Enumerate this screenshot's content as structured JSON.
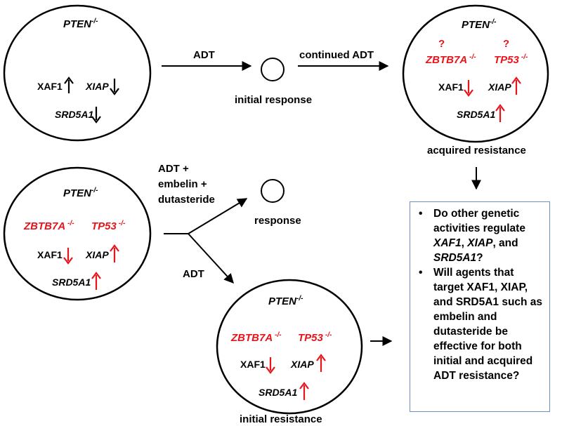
{
  "panel1": {
    "gene": "PTEN",
    "sup": "-/-",
    "xaf1": "XAF1",
    "xiap": "XIAP",
    "srd": "SRD5A1"
  },
  "arrow1_label": "ADT",
  "initial_response": "initial response",
  "arrow2_label": "continued ADT",
  "panel2": {
    "gene": "PTEN",
    "sup": "-/-",
    "q1": "?",
    "q2": "?",
    "zbtb": "ZBTB7A",
    "tp53": "TP53",
    "ko": "-/-",
    "xaf1": "XAF1",
    "xiap": "XIAP",
    "srd": "SRD5A1"
  },
  "acquired_resistance": "acquired resistance",
  "panel3": {
    "gene": "PTEN",
    "sup": "-/-",
    "zbtb": "ZBTB7A",
    "tp53": "TP53",
    "ko": "-/-",
    "xaf1": "XAF1",
    "xiap": "XIAP",
    "srd": "SRD5A1"
  },
  "combo_label": [
    "ADT +",
    "embelin +",
    "dutasteride"
  ],
  "response": "response",
  "adt_label": "ADT",
  "panel4": {
    "gene": "PTEN",
    "sup": "-/-",
    "zbtb": "ZBTB7A",
    "tp53": "TP53",
    "ko": "-/-",
    "xaf1": "XAF1",
    "xiap": "XIAP",
    "srd": "SRD5A1"
  },
  "initial_resistance": "initial resistance",
  "questions": {
    "q1": {
      "a": "Do other genetic activities regulate ",
      "b": "XAF1",
      "c": ", ",
      "d": "XIAP",
      "e": ", and ",
      "f": "SRD5A1",
      "g": "?"
    },
    "q2": "Will agents that target XAF1, XIAP, and SRD5A1 such as embelin and dutasteride be effective for both initial and acquired ADT resistance?"
  },
  "colors": {
    "red": "#e8141b",
    "box_border": "#6d8fc7",
    "black": "#000000"
  }
}
